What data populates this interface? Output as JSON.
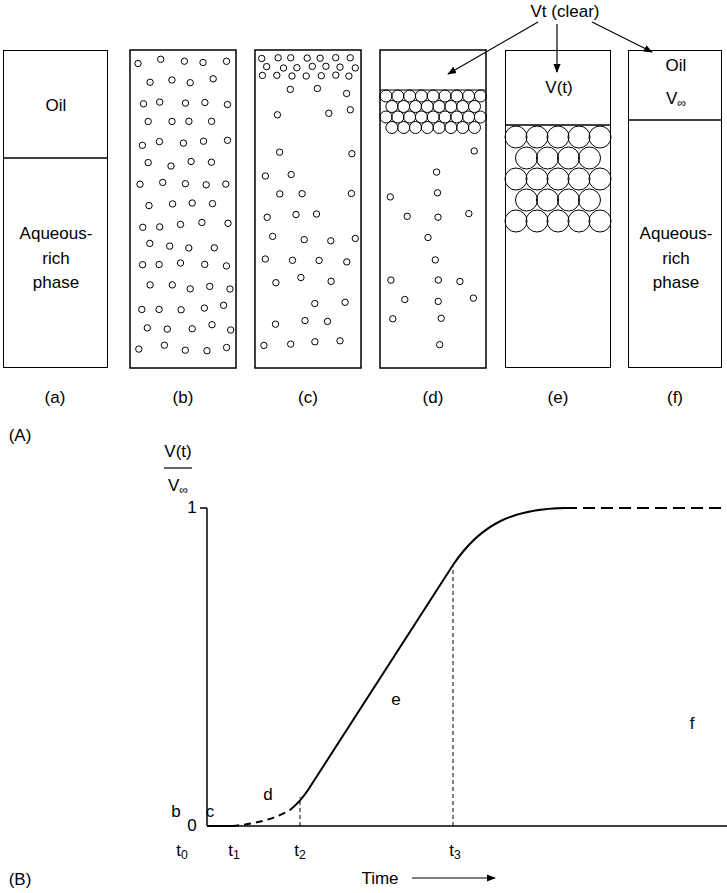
{
  "diagram": {
    "nodes": [
      {
        "text": [
          "Oil",
          "Aqueous-rich phase"
        ]
      },
      {
        "text": [
          "V(t)"
        ]
      },
      {
        "text": [
          "Oil",
          "V∞",
          "Aqueous-rich phase"
        ]
      }
    ],
    "labels": [
      "Vt (clear)",
      "(a)",
      "(b)",
      "(c)",
      "(d)",
      "(e)",
      "(f)",
      "(A)",
      "1",
      "0",
      "V(t)",
      "V∞",
      "b",
      "c",
      "d",
      "e",
      "f",
      "t0",
      "t1",
      "t2",
      "t3",
      "Time",
      "(B)"
    ]
  }
}
